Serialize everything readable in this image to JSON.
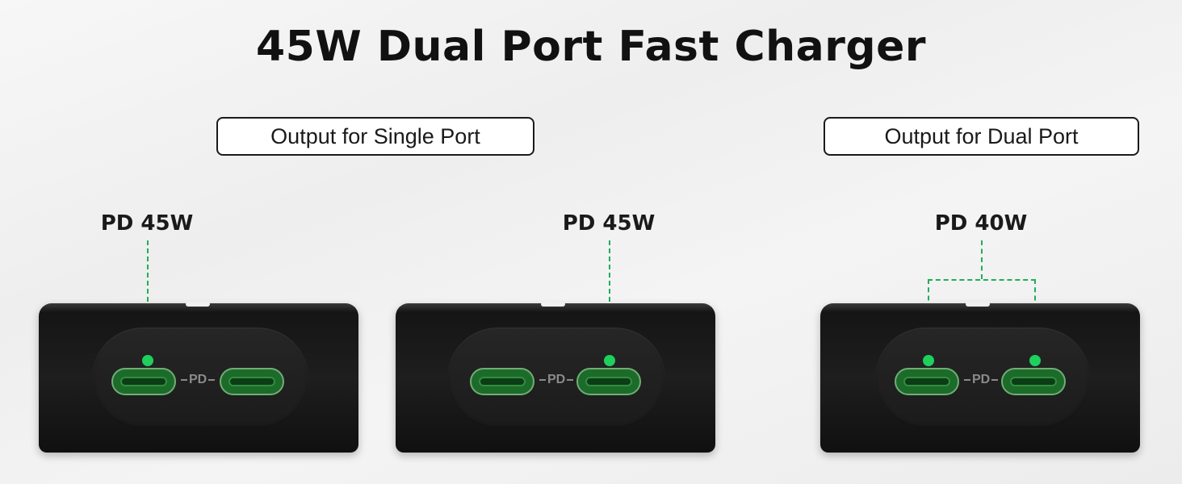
{
  "title": "45W Dual Port Fast Charger",
  "sections": {
    "single": "Output for Single Port",
    "dual": "Output for Dual Port"
  },
  "chargers": [
    {
      "label": "PD 45W",
      "port_text": "PD"
    },
    {
      "label": "PD 45W",
      "port_text": "PD"
    },
    {
      "label": "PD 40W",
      "port_text": "PD"
    }
  ],
  "colors": {
    "accent": "#1fd05c",
    "port_green": "#1d6b2a",
    "charger_body": "#1a1a1a"
  }
}
